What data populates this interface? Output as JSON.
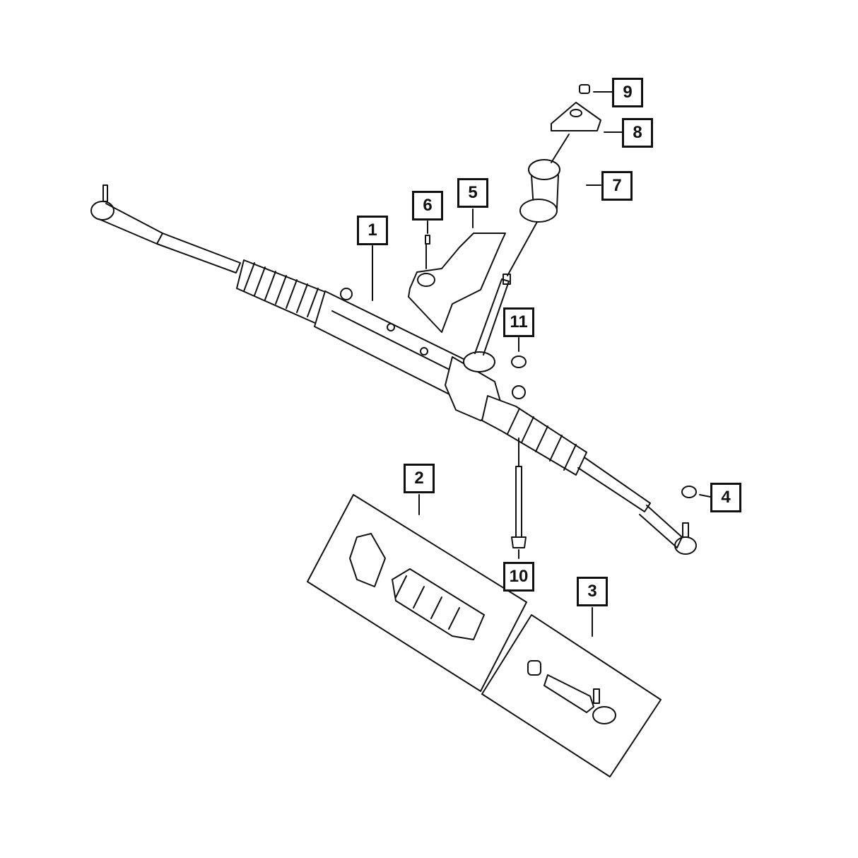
{
  "diagram": {
    "title": "Steering Gear Assembly",
    "callouts": [
      {
        "id": "1",
        "label": "1",
        "part": "gear-rack"
      },
      {
        "id": "2",
        "label": "2",
        "part": "boot-kit"
      },
      {
        "id": "3",
        "label": "3",
        "part": "tie-rod-end-kit"
      },
      {
        "id": "4",
        "label": "4",
        "part": "nut"
      },
      {
        "id": "5",
        "label": "5",
        "part": "heat-shield"
      },
      {
        "id": "6",
        "label": "6",
        "part": "bolt"
      },
      {
        "id": "7",
        "label": "7",
        "part": "seal"
      },
      {
        "id": "8",
        "label": "8",
        "part": "boot"
      },
      {
        "id": "9",
        "label": "9",
        "part": "nut"
      },
      {
        "id": "10",
        "label": "10",
        "part": "bolt"
      },
      {
        "id": "11",
        "label": "11",
        "part": "nut"
      }
    ],
    "line_color": "#111111",
    "background": "#ffffff"
  }
}
